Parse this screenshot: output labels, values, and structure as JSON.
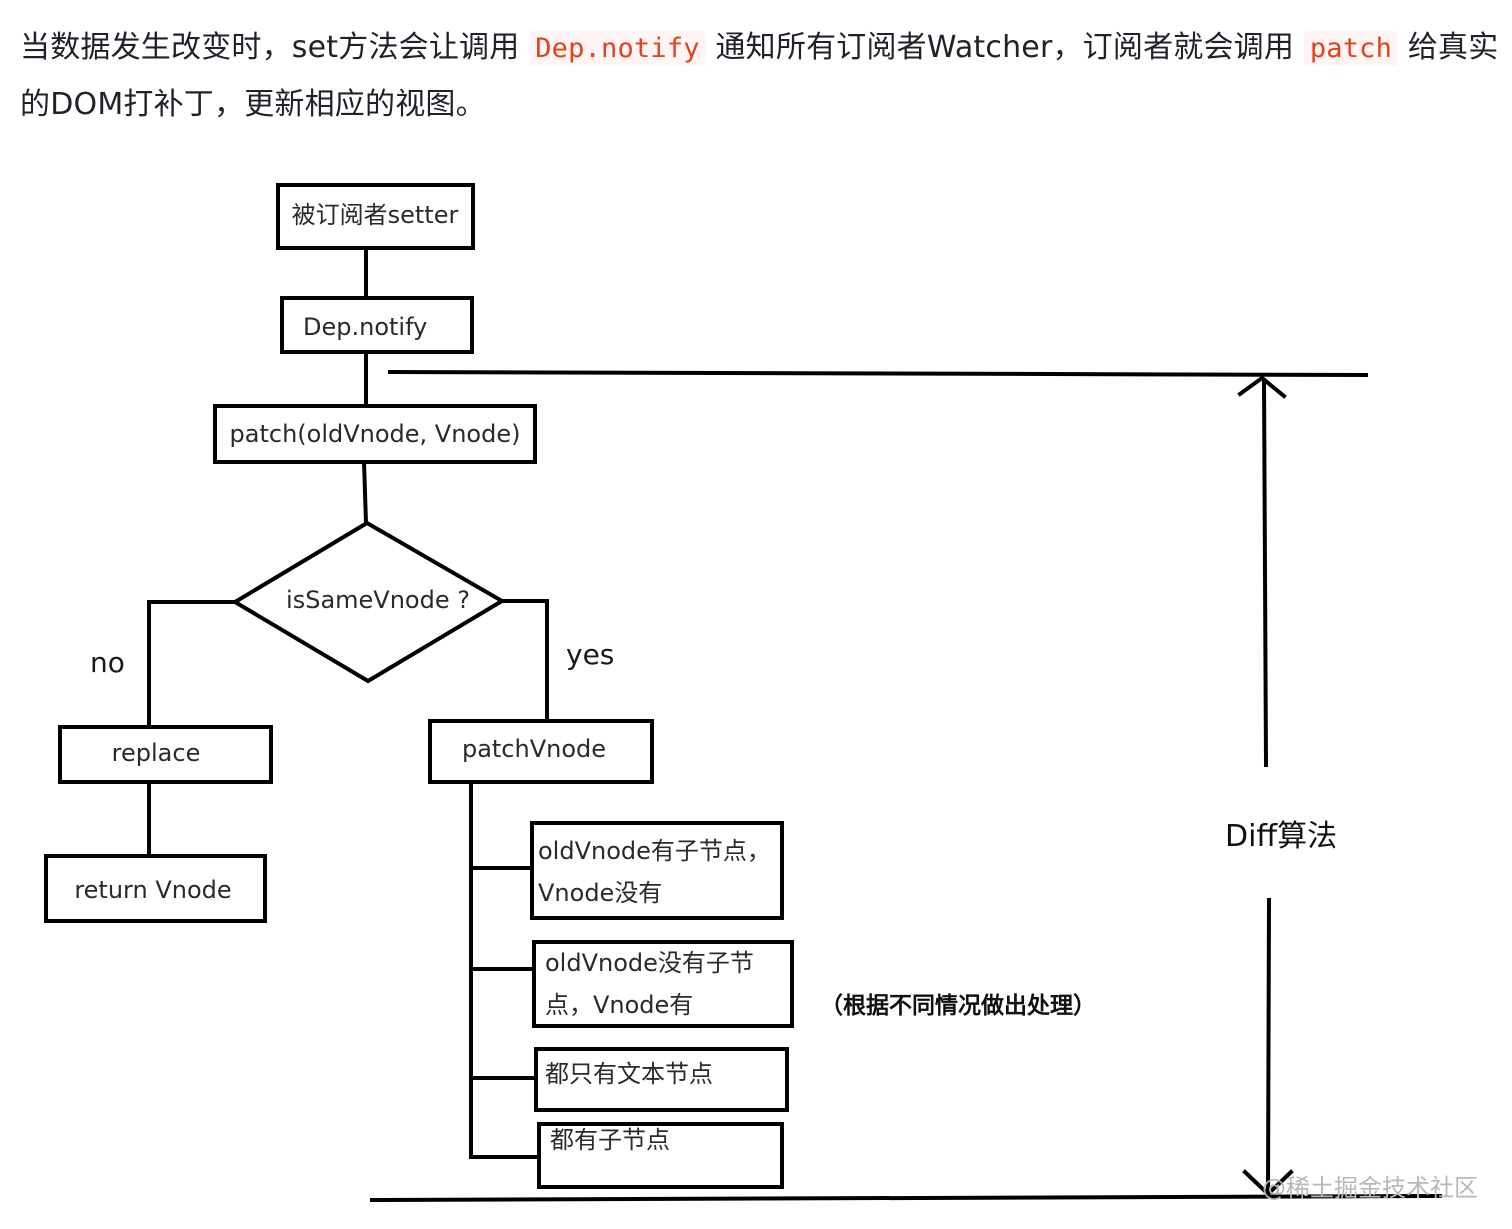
{
  "intro": {
    "text_1": "当数据发生改变时，set方法会让调用 ",
    "code_1": "Dep.notify",
    "text_2": " 通知所有订阅者Watcher，订阅者就会调用 ",
    "code_2": "patch",
    "text_3": " 给真实的DOM打补丁，更新相应的视图。"
  },
  "diagram": {
    "nodes": {
      "setter": "被订阅者setter",
      "dep_notify": "Dep.notify",
      "patch": "patch(oldVnode, Vnode)",
      "is_same": "isSameVnode ?",
      "replace": "replace",
      "return_vnode": "return Vnode",
      "patch_vnode": "patchVnode",
      "case_1_line_1": "oldVnode有子节点，",
      "case_1_line_2": "Vnode没有",
      "case_2_line_1": "oldVnode没有子节",
      "case_2_line_2": "点，Vnode有",
      "case_3": "都只有文本节点",
      "case_4": "都有子节点"
    },
    "edge_labels": {
      "no": "no",
      "yes": "yes"
    },
    "note": "（根据不同情况做出处理）",
    "diff_label": "Diff算法",
    "watermark": "@稀土掘金技术社区"
  }
}
